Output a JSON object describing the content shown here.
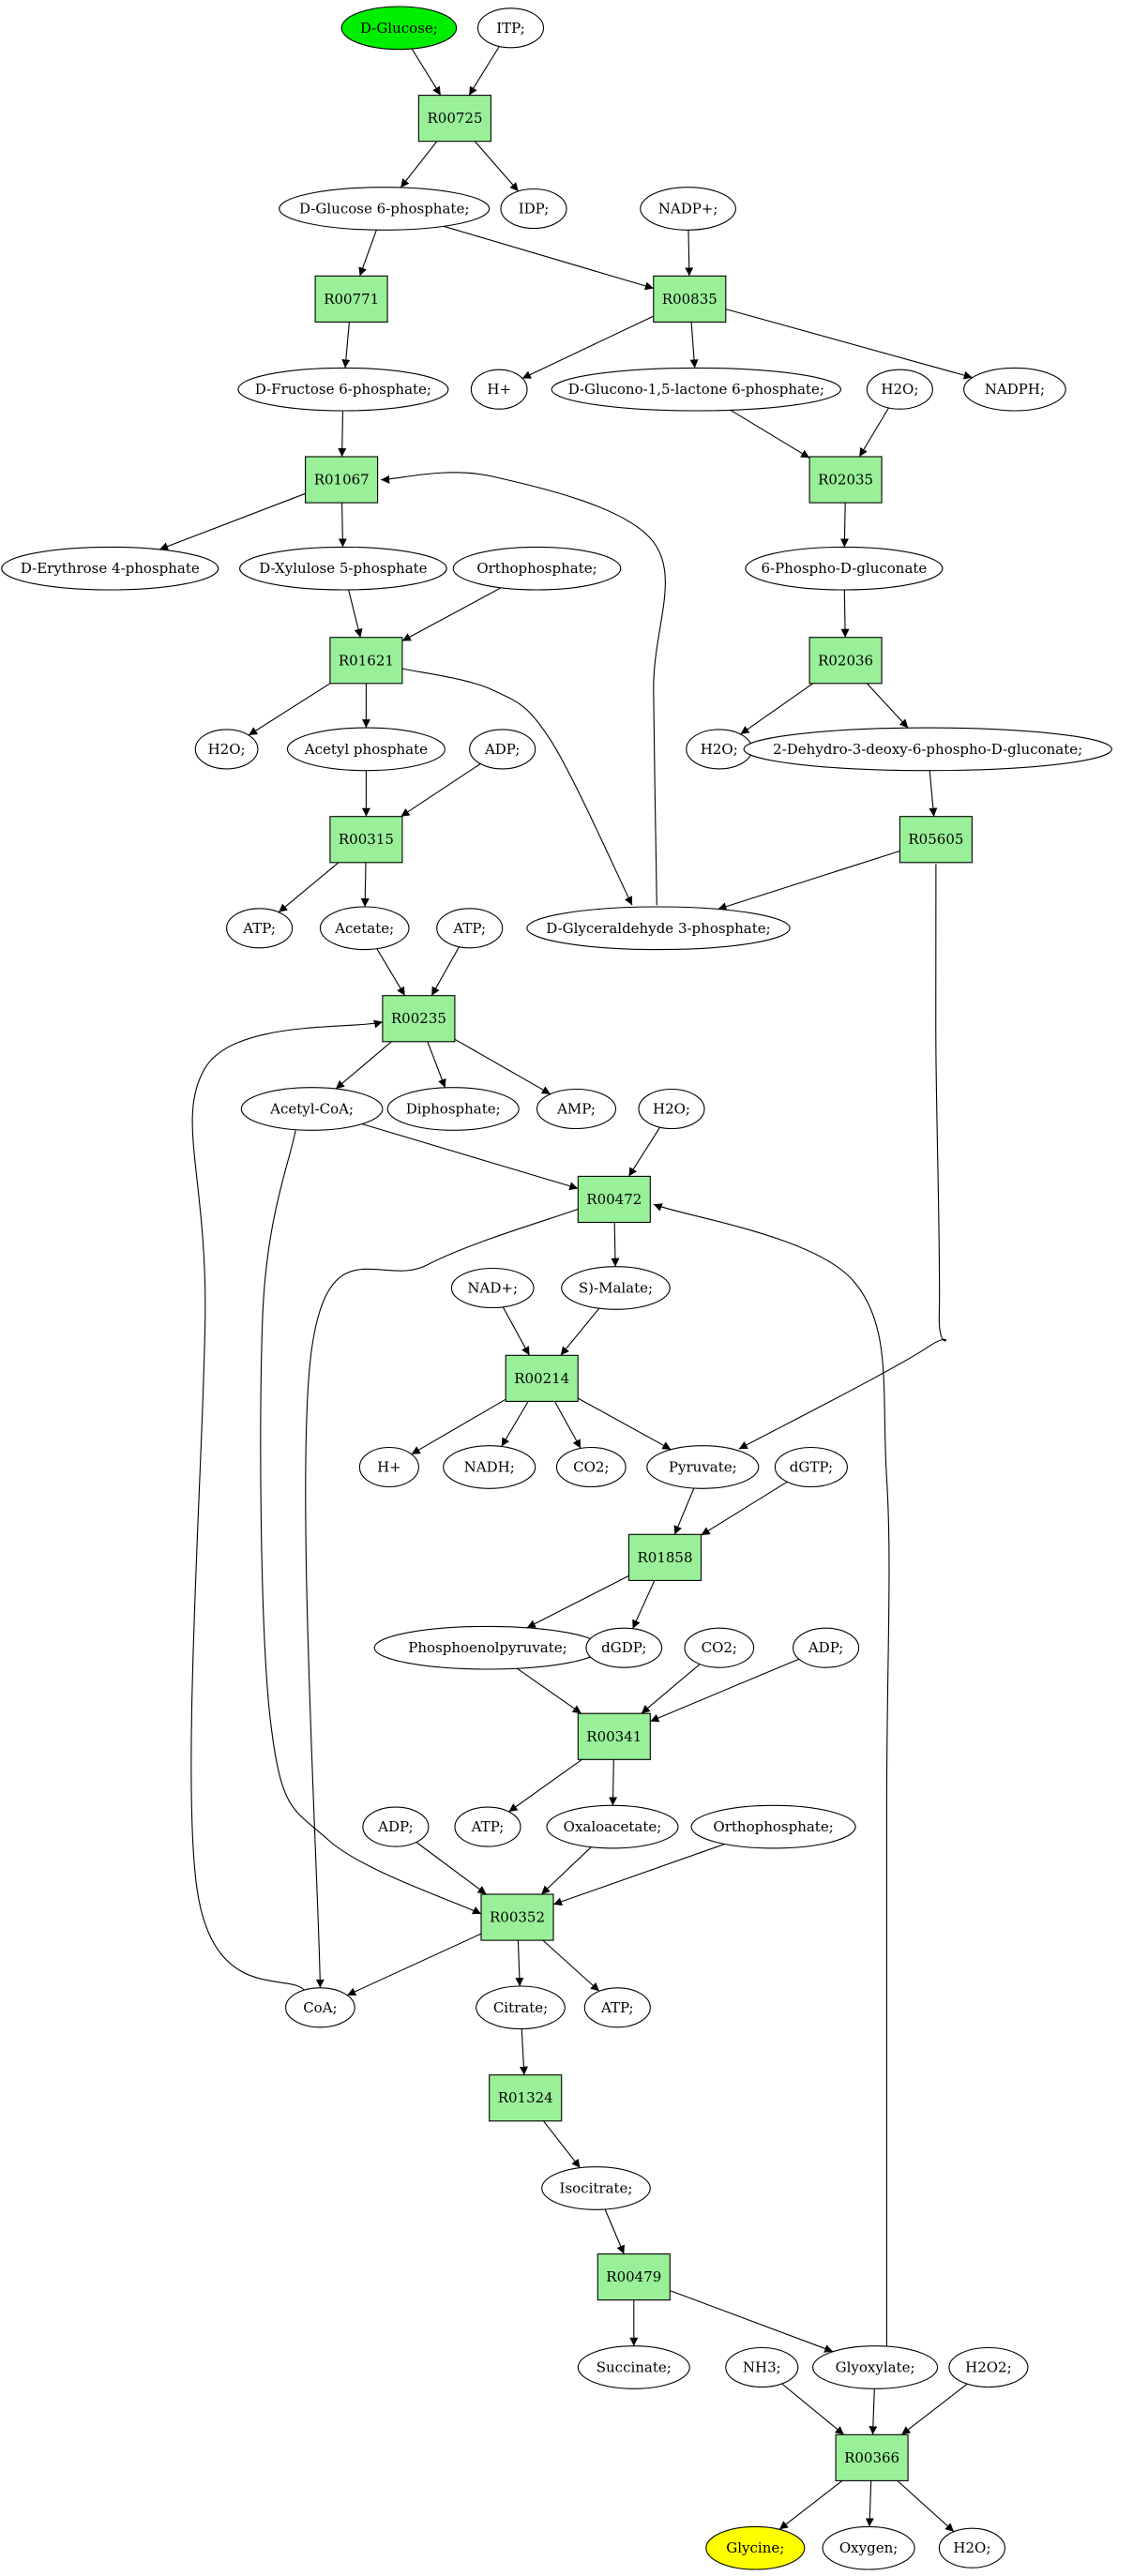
{
  "colors": {
    "reaction_fill": "#99f099",
    "metabolite_fill": "#ffffff",
    "source_fill": "#00ee00",
    "target_fill": "#ffff00",
    "stroke": "#000000"
  },
  "nodes": [
    {
      "id": "m_dglucose",
      "label": "D-Glucose;",
      "kind": "metabolite",
      "role": "source"
    },
    {
      "id": "m_itp",
      "label": "ITP;",
      "kind": "metabolite"
    },
    {
      "id": "r_R00725",
      "label": "R00725",
      "kind": "reaction"
    },
    {
      "id": "m_g6p",
      "label": "D-Glucose 6-phosphate;",
      "kind": "metabolite"
    },
    {
      "id": "m_idp",
      "label": "IDP;",
      "kind": "metabolite"
    },
    {
      "id": "m_nadp",
      "label": "NADP+;",
      "kind": "metabolite"
    },
    {
      "id": "r_R00771",
      "label": "R00771",
      "kind": "reaction"
    },
    {
      "id": "r_R00835",
      "label": "R00835",
      "kind": "reaction"
    },
    {
      "id": "m_f6p",
      "label": "D-Fructose 6-phosphate;",
      "kind": "metabolite"
    },
    {
      "id": "m_hplus1",
      "label": "H+",
      "kind": "metabolite"
    },
    {
      "id": "m_glucono",
      "label": "D-Glucono-1,5-lactone 6-phosphate;",
      "kind": "metabolite"
    },
    {
      "id": "m_h2o_a",
      "label": "H2O;",
      "kind": "metabolite"
    },
    {
      "id": "m_nadph",
      "label": "NADPH;",
      "kind": "metabolite"
    },
    {
      "id": "r_R01067",
      "label": "R01067",
      "kind": "reaction"
    },
    {
      "id": "r_R02035",
      "label": "R02035",
      "kind": "reaction"
    },
    {
      "id": "m_e4p",
      "label": "D-Erythrose 4-phosphate",
      "kind": "metabolite"
    },
    {
      "id": "m_x5p",
      "label": "D-Xylulose 5-phosphate",
      "kind": "metabolite"
    },
    {
      "id": "m_pi1",
      "label": "Orthophosphate;",
      "kind": "metabolite"
    },
    {
      "id": "m_6pg",
      "label": "6-Phospho-D-gluconate",
      "kind": "metabolite"
    },
    {
      "id": "r_R01621",
      "label": "R01621",
      "kind": "reaction"
    },
    {
      "id": "r_R02036",
      "label": "R02036",
      "kind": "reaction"
    },
    {
      "id": "m_h2o_b",
      "label": "H2O;",
      "kind": "metabolite"
    },
    {
      "id": "m_acp",
      "label": "Acetyl phosphate",
      "kind": "metabolite"
    },
    {
      "id": "m_adp1",
      "label": "ADP;",
      "kind": "metabolite"
    },
    {
      "id": "m_h2o_c",
      "label": "H2O;",
      "kind": "metabolite"
    },
    {
      "id": "m_kdpg",
      "label": "2-Dehydro-3-deoxy-6-phospho-D-gluconate;",
      "kind": "metabolite"
    },
    {
      "id": "r_R00315",
      "label": "R00315",
      "kind": "reaction"
    },
    {
      "id": "r_R05605",
      "label": "R05605",
      "kind": "reaction"
    },
    {
      "id": "m_atp1",
      "label": "ATP;",
      "kind": "metabolite"
    },
    {
      "id": "m_acetate",
      "label": "Acetate;",
      "kind": "metabolite"
    },
    {
      "id": "m_atp2",
      "label": "ATP;",
      "kind": "metabolite"
    },
    {
      "id": "m_gap",
      "label": "D-Glyceraldehyde 3-phosphate;",
      "kind": "metabolite"
    },
    {
      "id": "r_R00235",
      "label": "R00235",
      "kind": "reaction"
    },
    {
      "id": "m_accoa",
      "label": "Acetyl-CoA;",
      "kind": "metabolite"
    },
    {
      "id": "m_ppi",
      "label": "Diphosphate;",
      "kind": "metabolite"
    },
    {
      "id": "m_amp",
      "label": "AMP;",
      "kind": "metabolite"
    },
    {
      "id": "m_h2o_d",
      "label": "H2O;",
      "kind": "metabolite"
    },
    {
      "id": "r_R00472",
      "label": "R00472",
      "kind": "reaction"
    },
    {
      "id": "m_nad",
      "label": "NAD+;",
      "kind": "metabolite"
    },
    {
      "id": "m_malate",
      "label": "S)-Malate;",
      "kind": "metabolite"
    },
    {
      "id": "r_R00214",
      "label": "R00214",
      "kind": "reaction"
    },
    {
      "id": "m_hplus2",
      "label": "H+",
      "kind": "metabolite"
    },
    {
      "id": "m_nadh",
      "label": "NADH;",
      "kind": "metabolite"
    },
    {
      "id": "m_co2a",
      "label": "CO2;",
      "kind": "metabolite"
    },
    {
      "id": "m_pyruvate",
      "label": "Pyruvate;",
      "kind": "metabolite"
    },
    {
      "id": "m_dgtp",
      "label": "dGTP;",
      "kind": "metabolite"
    },
    {
      "id": "r_R01858",
      "label": "R01858",
      "kind": "reaction"
    },
    {
      "id": "m_pep",
      "label": "Phosphoenolpyruvate;",
      "kind": "metabolite"
    },
    {
      "id": "m_dgdp",
      "label": "dGDP;",
      "kind": "metabolite"
    },
    {
      "id": "m_co2b",
      "label": "CO2;",
      "kind": "metabolite"
    },
    {
      "id": "m_adp2",
      "label": "ADP;",
      "kind": "metabolite"
    },
    {
      "id": "r_R00341",
      "label": "R00341",
      "kind": "reaction"
    },
    {
      "id": "m_adp3",
      "label": "ADP;",
      "kind": "metabolite"
    },
    {
      "id": "m_atp3",
      "label": "ATP;",
      "kind": "metabolite"
    },
    {
      "id": "m_oaa",
      "label": "Oxaloacetate;",
      "kind": "metabolite"
    },
    {
      "id": "m_pi2",
      "label": "Orthophosphate;",
      "kind": "metabolite"
    },
    {
      "id": "r_R00352",
      "label": "R00352",
      "kind": "reaction"
    },
    {
      "id": "m_coa",
      "label": "CoA;",
      "kind": "metabolite"
    },
    {
      "id": "m_citrate",
      "label": "Citrate;",
      "kind": "metabolite"
    },
    {
      "id": "m_atp4",
      "label": "ATP;",
      "kind": "metabolite"
    },
    {
      "id": "r_R01324",
      "label": "R01324",
      "kind": "reaction"
    },
    {
      "id": "m_isocitrate",
      "label": "Isocitrate;",
      "kind": "metabolite"
    },
    {
      "id": "r_R00479",
      "label": "R00479",
      "kind": "reaction"
    },
    {
      "id": "m_succinate",
      "label": "Succinate;",
      "kind": "metabolite"
    },
    {
      "id": "m_nh3",
      "label": "NH3;",
      "kind": "metabolite"
    },
    {
      "id": "m_glyoxylate",
      "label": "Glyoxylate;",
      "kind": "metabolite"
    },
    {
      "id": "m_h2o2",
      "label": "H2O2;",
      "kind": "metabolite"
    },
    {
      "id": "r_R00366",
      "label": "R00366",
      "kind": "reaction"
    },
    {
      "id": "m_glycine",
      "label": "Glycine;",
      "kind": "metabolite",
      "role": "target"
    },
    {
      "id": "m_oxygen",
      "label": "Oxygen;",
      "kind": "metabolite"
    },
    {
      "id": "m_h2o_e",
      "label": "H2O;",
      "kind": "metabolite"
    }
  ],
  "edges": [
    [
      "m_dglucose",
      "r_R00725"
    ],
    [
      "m_itp",
      "r_R00725"
    ],
    [
      "r_R00725",
      "m_g6p"
    ],
    [
      "r_R00725",
      "m_idp"
    ],
    [
      "m_g6p",
      "r_R00771"
    ],
    [
      "m_g6p",
      "r_R00835"
    ],
    [
      "m_nadp",
      "r_R00835"
    ],
    [
      "r_R00771",
      "m_f6p"
    ],
    [
      "r_R00835",
      "m_hplus1"
    ],
    [
      "r_R00835",
      "m_glucono"
    ],
    [
      "r_R00835",
      "m_nadph"
    ],
    [
      "m_f6p",
      "r_R01067"
    ],
    [
      "m_gap",
      "r_R01067"
    ],
    [
      "m_glucono",
      "r_R02035"
    ],
    [
      "m_h2o_a",
      "r_R02035"
    ],
    [
      "r_R01067",
      "m_e4p"
    ],
    [
      "r_R01067",
      "m_x5p"
    ],
    [
      "r_R02035",
      "m_6pg"
    ],
    [
      "m_x5p",
      "r_R01621"
    ],
    [
      "m_pi1",
      "r_R01621"
    ],
    [
      "m_6pg",
      "r_R02036"
    ],
    [
      "r_R01621",
      "m_h2o_b"
    ],
    [
      "r_R01621",
      "m_acp"
    ],
    [
      "r_R01621",
      "m_gap"
    ],
    [
      "r_R02036",
      "m_h2o_c"
    ],
    [
      "r_R02036",
      "m_kdpg"
    ],
    [
      "m_acp",
      "r_R00315"
    ],
    [
      "m_adp1",
      "r_R00315"
    ],
    [
      "m_kdpg",
      "r_R05605"
    ],
    [
      "r_R00315",
      "m_atp1"
    ],
    [
      "r_R00315",
      "m_acetate"
    ],
    [
      "r_R05605",
      "m_gap"
    ],
    [
      "r_R05605",
      "m_pyruvate"
    ],
    [
      "m_acetate",
      "r_R00235"
    ],
    [
      "m_atp2",
      "r_R00235"
    ],
    [
      "m_coa",
      "r_R00235"
    ],
    [
      "r_R00235",
      "m_accoa"
    ],
    [
      "r_R00235",
      "m_ppi"
    ],
    [
      "r_R00235",
      "m_amp"
    ],
    [
      "m_accoa",
      "r_R00472"
    ],
    [
      "m_h2o_d",
      "r_R00472"
    ],
    [
      "m_glyoxylate",
      "r_R00472"
    ],
    [
      "m_accoa",
      "r_R00352"
    ],
    [
      "r_R00472",
      "m_malate"
    ],
    [
      "r_R00472",
      "m_coa"
    ],
    [
      "m_nad",
      "r_R00214"
    ],
    [
      "m_malate",
      "r_R00214"
    ],
    [
      "r_R00214",
      "m_hplus2"
    ],
    [
      "r_R00214",
      "m_nadh"
    ],
    [
      "r_R00214",
      "m_co2a"
    ],
    [
      "r_R00214",
      "m_pyruvate"
    ],
    [
      "m_pyruvate",
      "r_R01858"
    ],
    [
      "m_dgtp",
      "r_R01858"
    ],
    [
      "r_R01858",
      "m_pep"
    ],
    [
      "r_R01858",
      "m_dgdp"
    ],
    [
      "m_pep",
      "r_R00341"
    ],
    [
      "m_co2b",
      "r_R00341"
    ],
    [
      "m_adp2",
      "r_R00341"
    ],
    [
      "r_R00341",
      "m_atp3"
    ],
    [
      "r_R00341",
      "m_oaa"
    ],
    [
      "m_adp3",
      "r_R00352"
    ],
    [
      "m_oaa",
      "r_R00352"
    ],
    [
      "m_pi2",
      "r_R00352"
    ],
    [
      "r_R00352",
      "m_coa"
    ],
    [
      "r_R00352",
      "m_citrate"
    ],
    [
      "r_R00352",
      "m_atp4"
    ],
    [
      "m_citrate",
      "r_R01324"
    ],
    [
      "r_R01324",
      "m_isocitrate"
    ],
    [
      "m_isocitrate",
      "r_R00479"
    ],
    [
      "r_R00479",
      "m_succinate"
    ],
    [
      "r_R00479",
      "m_glyoxylate"
    ],
    [
      "m_nh3",
      "r_R00366"
    ],
    [
      "m_glyoxylate",
      "r_R00366"
    ],
    [
      "m_h2o2",
      "r_R00366"
    ],
    [
      "r_R00366",
      "m_glycine"
    ],
    [
      "r_R00366",
      "m_oxygen"
    ],
    [
      "r_R00366",
      "m_h2o_e"
    ]
  ]
}
